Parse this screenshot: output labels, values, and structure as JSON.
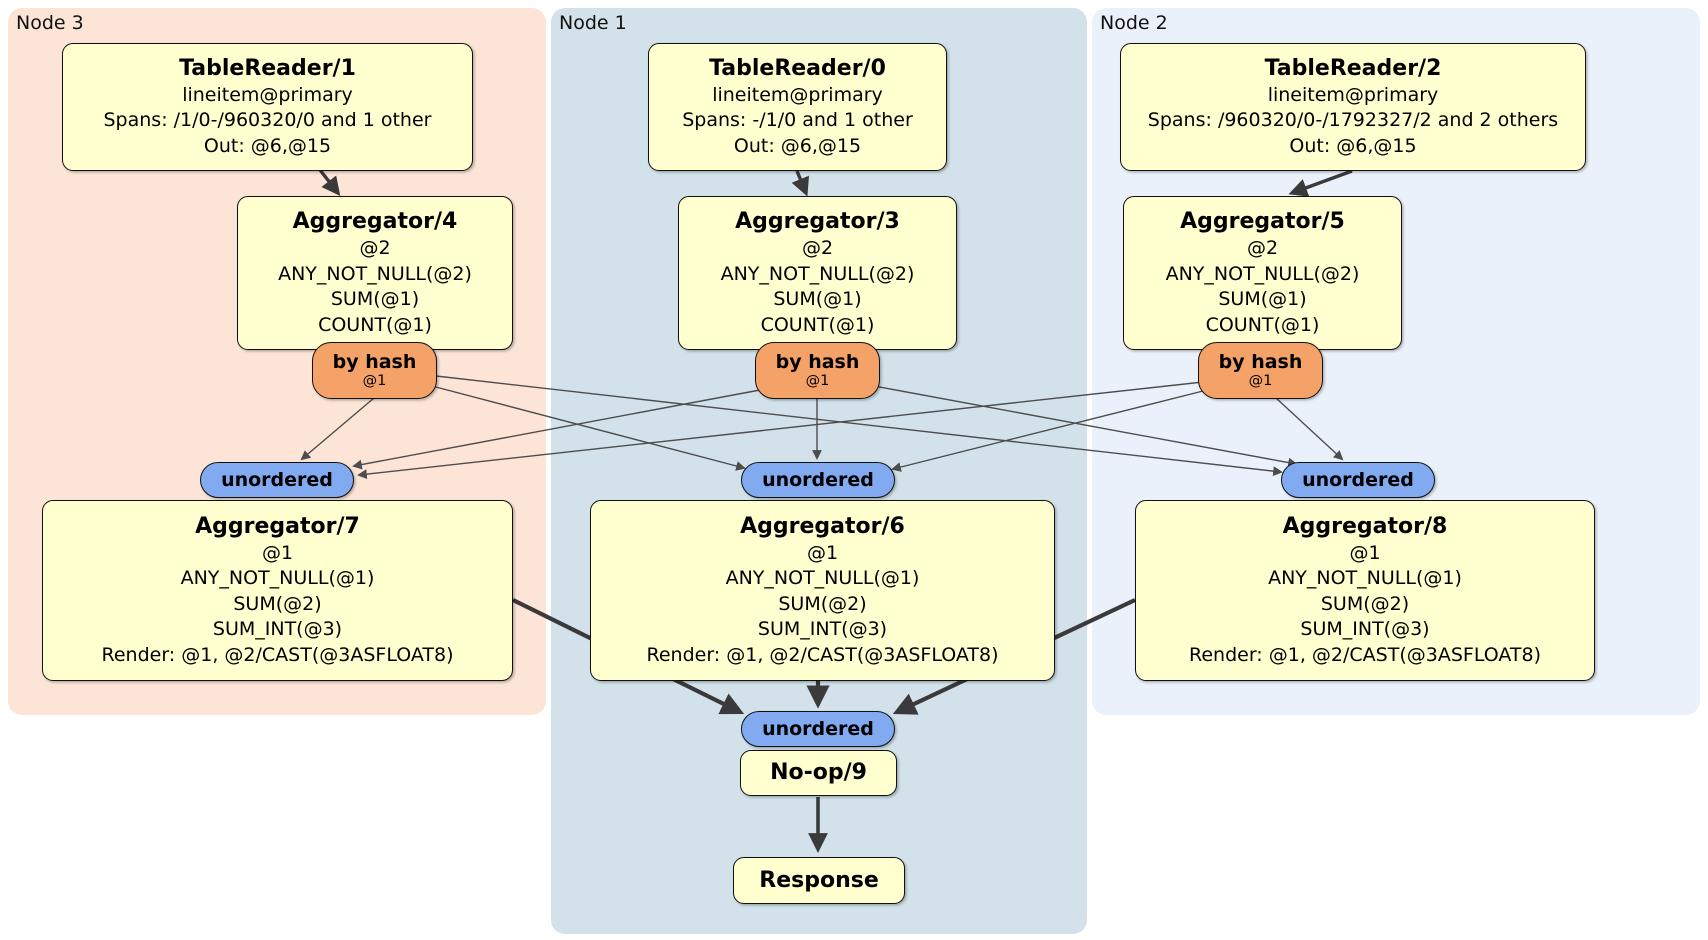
{
  "panels": {
    "node3": {
      "label": "Node 3"
    },
    "node1": {
      "label": "Node 1"
    },
    "node2": {
      "label": "Node 2"
    }
  },
  "boxes": {
    "tablereader1": {
      "title": "TableReader/1",
      "lines": [
        "lineitem@primary",
        "Spans: /1/0-/960320/0 and 1 other",
        "Out: @6,@15"
      ]
    },
    "tablereader0": {
      "title": "TableReader/0",
      "lines": [
        "lineitem@primary",
        "Spans: -/1/0 and 1 other",
        "Out: @6,@15"
      ]
    },
    "tablereader2": {
      "title": "TableReader/2",
      "lines": [
        "lineitem@primary",
        "Spans: /960320/0-/1792327/2 and 2 others",
        "Out: @6,@15"
      ]
    },
    "aggregator4": {
      "title": "Aggregator/4",
      "lines": [
        "@2",
        "ANY_NOT_NULL(@2)",
        "SUM(@1)",
        "COUNT(@1)"
      ]
    },
    "aggregator3": {
      "title": "Aggregator/3",
      "lines": [
        "@2",
        "ANY_NOT_NULL(@2)",
        "SUM(@1)",
        "COUNT(@1)"
      ]
    },
    "aggregator5": {
      "title": "Aggregator/5",
      "lines": [
        "@2",
        "ANY_NOT_NULL(@2)",
        "SUM(@1)",
        "COUNT(@1)"
      ]
    },
    "aggregator7": {
      "title": "Aggregator/7",
      "lines": [
        "@1",
        "ANY_NOT_NULL(@1)",
        "SUM(@2)",
        "SUM_INT(@3)",
        "Render: @1, @2/CAST(@3ASFLOAT8)"
      ]
    },
    "aggregator6": {
      "title": "Aggregator/6",
      "lines": [
        "@1",
        "ANY_NOT_NULL(@1)",
        "SUM(@2)",
        "SUM_INT(@3)",
        "Render: @1, @2/CAST(@3ASFLOAT8)"
      ]
    },
    "aggregator8": {
      "title": "Aggregator/8",
      "lines": [
        "@1",
        "ANY_NOT_NULL(@1)",
        "SUM(@2)",
        "SUM_INT(@3)",
        "Render: @1, @2/CAST(@3ASFLOAT8)"
      ]
    },
    "noop": {
      "title": "No-op/9"
    },
    "response": {
      "title": "Response"
    }
  },
  "router": {
    "label": "by hash",
    "stream": "@1"
  },
  "sync": {
    "label": "unordered"
  },
  "colors": {
    "node3_bg": "#fce4d6",
    "node1_bg": "#d2e1ea",
    "node2_bg": "#ebf1fb",
    "box_bg": "#ffffcf",
    "router_bg": "#f5a268",
    "sync_bg": "#81aaf1",
    "edge": "#3f3f3f"
  }
}
